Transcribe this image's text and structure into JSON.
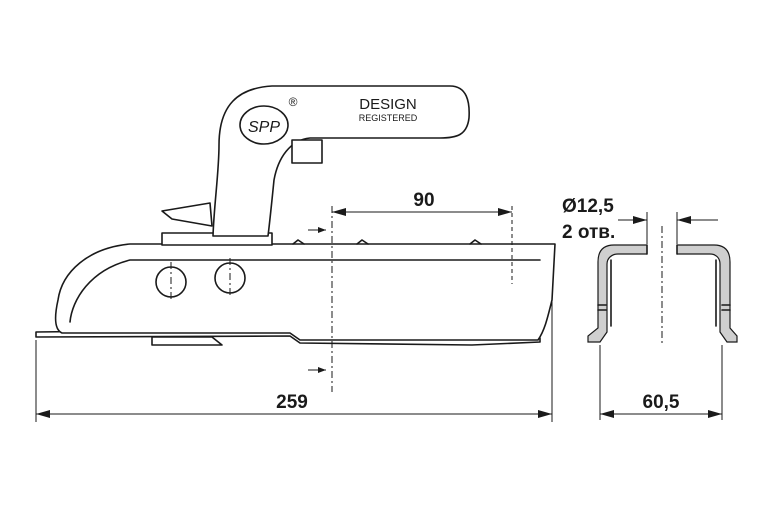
{
  "logo": {
    "brand": "SPP",
    "registered_mark": "®",
    "design": "DESIGN",
    "registered": "REGISTERED"
  },
  "dimensions": {
    "hole_spacing": "90",
    "total_length": "259",
    "hole_diameter": "Ø12,5",
    "hole_count": "2 отв.",
    "profile_width": "60,5"
  }
}
